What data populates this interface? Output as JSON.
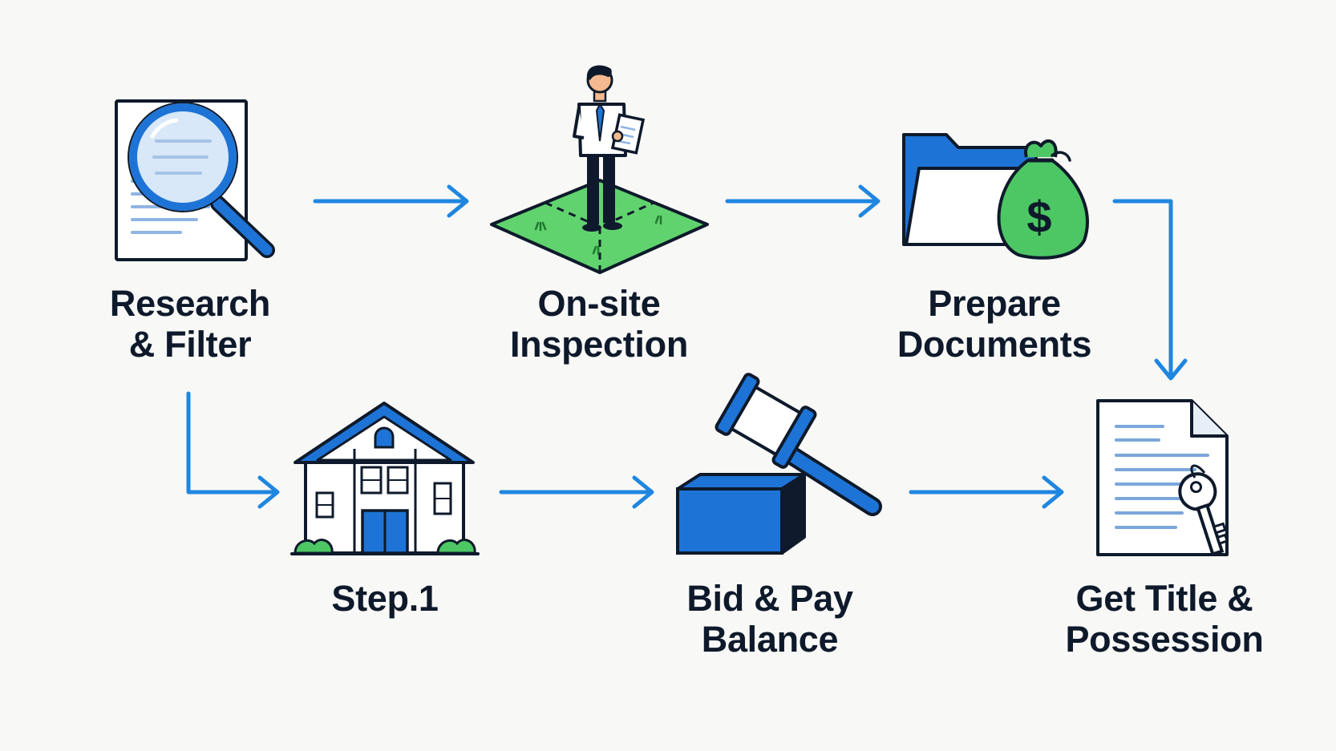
{
  "diagram": {
    "steps": [
      {
        "id": "research",
        "line1": "Research",
        "line2": "& Filter",
        "icon": "magnifier-document-icon"
      },
      {
        "id": "inspection",
        "line1": "On-site",
        "line2": "Inspection",
        "icon": "inspector-on-land-icon"
      },
      {
        "id": "documents",
        "line1": "Prepare",
        "line2": "Documents",
        "icon": "folder-money-bag-icon"
      },
      {
        "id": "step1",
        "line1": "Step.1",
        "line2": "",
        "icon": "house-icon"
      },
      {
        "id": "bid",
        "line1": "Bid & Pay",
        "line2": "Balance",
        "icon": "gavel-icon"
      },
      {
        "id": "title",
        "line1": "Get Title &",
        "line2": "Possession",
        "icon": "document-key-icon"
      }
    ],
    "money_symbol": "$",
    "colors": {
      "accent_blue": "#1f86e0",
      "icon_blue": "#1e74d6",
      "dark_outline": "#0e1a2b",
      "green": "#4cc764",
      "grass": "#61d36e"
    }
  }
}
